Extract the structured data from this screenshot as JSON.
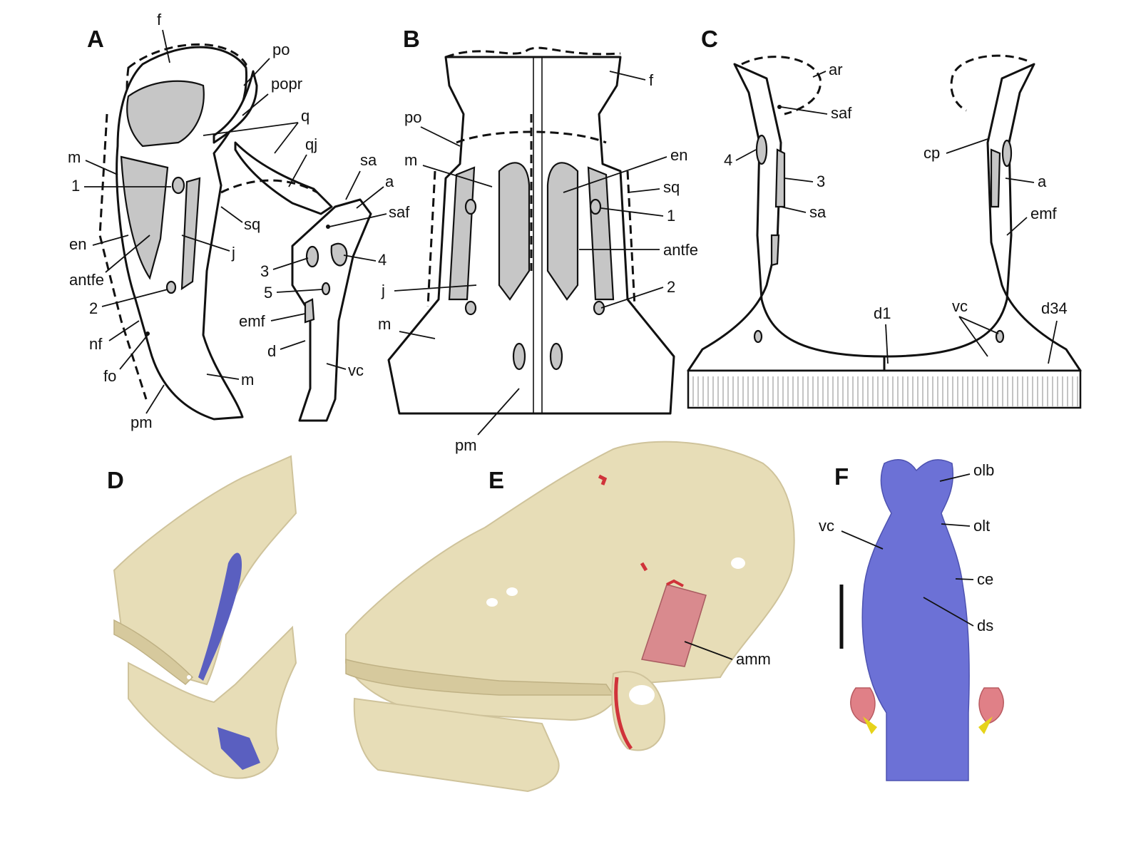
{
  "panels": {
    "A": {
      "title": "A",
      "labels": [
        "f",
        "po",
        "popr",
        "q",
        "qj",
        "m",
        "1",
        "sq",
        "j",
        "en",
        "antfe",
        "2",
        "nf",
        "fo",
        "m",
        "pm",
        "sa",
        "a",
        "saf",
        "3",
        "4",
        "5",
        "emf",
        "d",
        "vc"
      ]
    },
    "B": {
      "title": "B",
      "labels": [
        "f",
        "po",
        "m",
        "en",
        "sq",
        "1",
        "antfe",
        "2",
        "j",
        "m",
        "pm"
      ]
    },
    "C": {
      "title": "C",
      "labels": [
        "ar",
        "saf",
        "4",
        "3",
        "sa",
        "cp",
        "a",
        "emf",
        "vc",
        "d1",
        "d34"
      ]
    },
    "D": {
      "title": "D"
    },
    "E": {
      "title": "E",
      "labels": [
        "amm"
      ]
    },
    "F": {
      "title": "F",
      "labels": [
        "olb",
        "olt",
        "vc",
        "ce",
        "ds"
      ]
    }
  },
  "colors": {
    "fenestra_grey": "#c6c6c6",
    "bone": "#e7ddb7",
    "muscle_blue": "#5a5fc0",
    "brain_blue": "#6c71d6",
    "muscle_pink": "#d98a8e",
    "cut_red": "#d0333a",
    "nerve_yellow": "#e6d31a"
  }
}
